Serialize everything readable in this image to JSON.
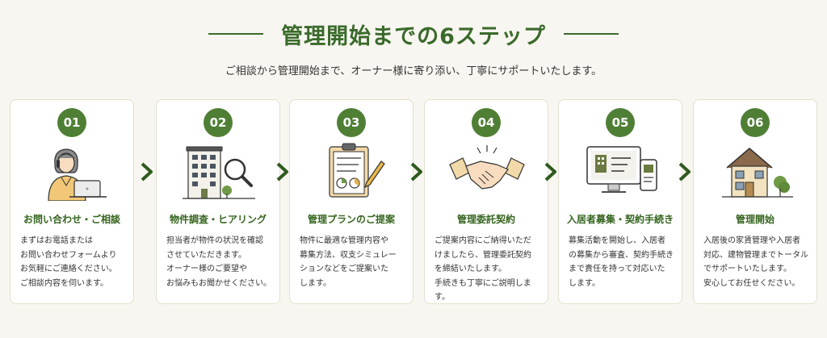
{
  "header": {
    "title": "管理開始までの6ステップ",
    "subtitle": "ご相談から管理開始まで、オーナー様に寄り添い、丁寧にサポートいたします。"
  },
  "colors": {
    "accent": "#4f7f35",
    "title": "#3a6a2b",
    "card_border": "#e4dfcf",
    "background": "#f8f6f0"
  },
  "steps": [
    {
      "number": "01",
      "icon": "person-phone-laptop-icon",
      "title": "お問い合わせ・ご相談",
      "desc": "まずはお電話または\nお問い合わせフォームより\nお気軽にご連絡ください。\nご相談内容を伺います。"
    },
    {
      "number": "02",
      "icon": "building-magnifier-icon",
      "title": "物件調査・ヒアリング",
      "desc": "担当者が物件の状況を確認\nさせていただきます。\nオーナー様のご要望や\nお悩みもお聞かせください。"
    },
    {
      "number": "03",
      "icon": "clipboard-plan-icon",
      "title": "管理プランのご提案",
      "desc": "物件に最適な管理内容や\n募集方法、収支シミュレー\nションなどをご提案いた\nします。"
    },
    {
      "number": "04",
      "icon": "handshake-icon",
      "title": "管理委託契約",
      "desc": "ご提案内容にご納得いただ\nけましたら、管理委託契約\nを締結いたします。\n手続きも丁寧にご説明します。"
    },
    {
      "number": "05",
      "icon": "monitor-smartphone-icon",
      "title": "入居者募集・契約手続き",
      "desc": "募集活動を開始し、入居者\nの募集から審査、契約手続き\nまで責任を持って対応いた\nします。"
    },
    {
      "number": "06",
      "icon": "house-icon",
      "title": "管理開始",
      "desc": "入居後の家賃管理や入居者\n対応、建物管理までトータル\nでサポートいたします。\n安心してお任せください。"
    }
  ]
}
